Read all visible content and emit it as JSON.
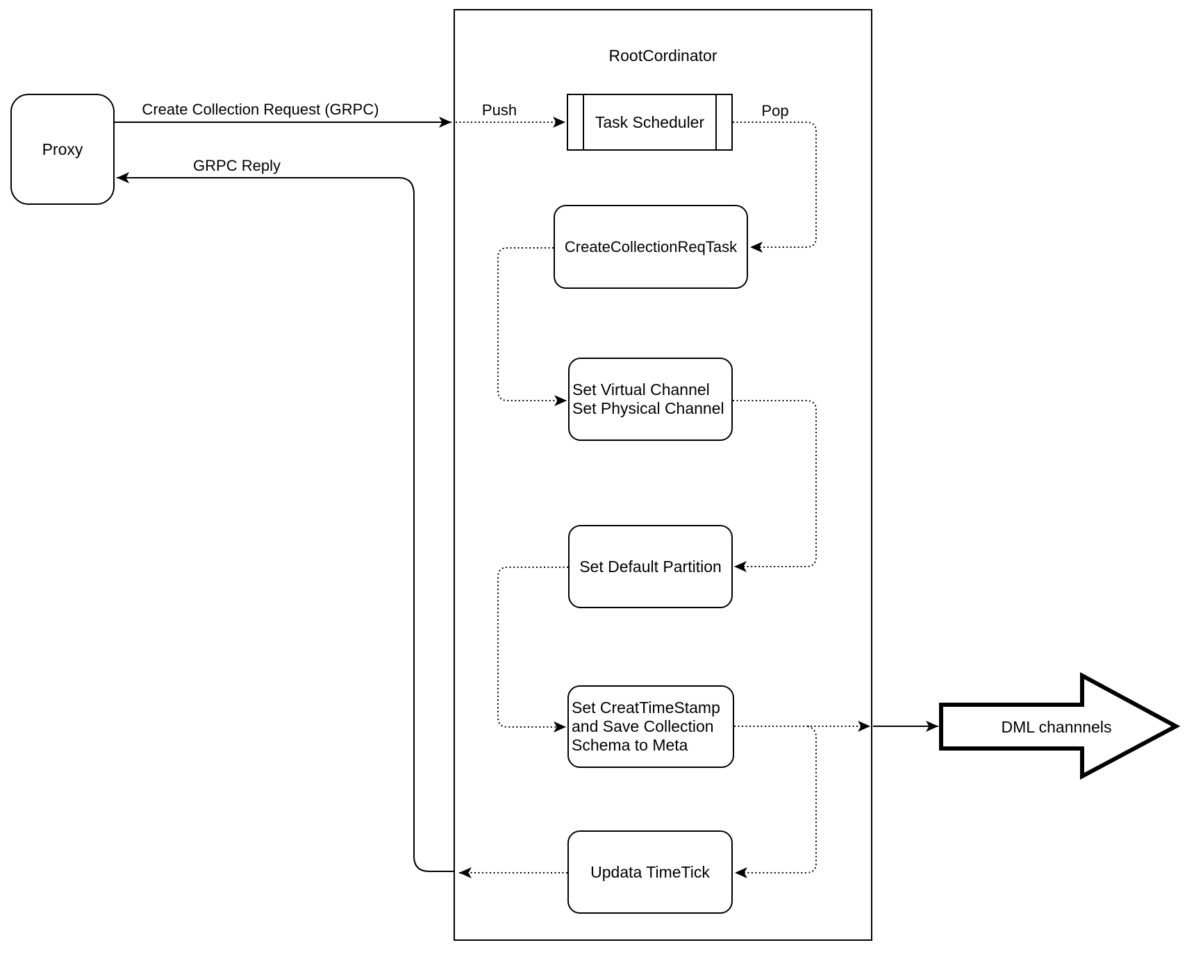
{
  "diagram": {
    "container_title": "RootCordinator",
    "nodes": {
      "proxy": {
        "label": "Proxy"
      },
      "task_scheduler": {
        "label": "Task Scheduler"
      },
      "create_collection_req_task": {
        "label": "CreateCollectionReqTask"
      },
      "set_channels": {
        "lines": [
          "Set Virtual Channel",
          "Set Physical Channel"
        ]
      },
      "set_default_partition": {
        "label": "Set Default Partition"
      },
      "set_creat_timestamp": {
        "lines": [
          "Set CreatTimeStamp",
          "and Save Collection",
          "Schema to Meta"
        ]
      },
      "updata_timetick": {
        "label": "Updata TimeTick"
      },
      "dml_channels": {
        "label": "DML channnels"
      }
    },
    "edge_labels": {
      "create_collection_request": "Create Collection Request (GRPC)",
      "grpc_reply": "GRPC Reply",
      "push": "Push",
      "pop": "Pop"
    },
    "colors": {
      "stroke": "#000000",
      "fill": "#ffffff"
    }
  }
}
